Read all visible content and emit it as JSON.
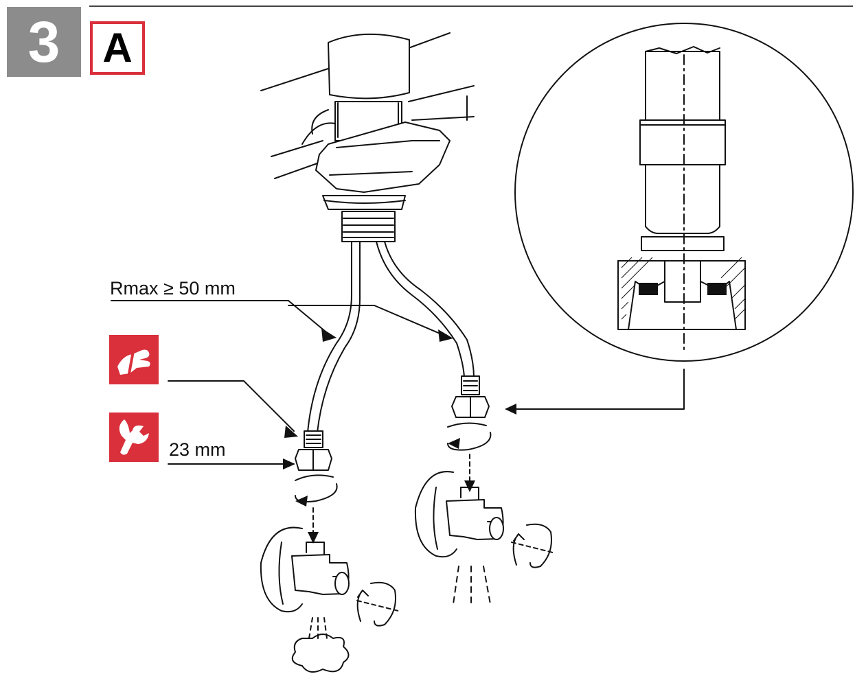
{
  "header": {
    "step_number": "3",
    "variant_letter": "A"
  },
  "labels": {
    "rmax": "Rmax ≥ 50 mm",
    "wrench_size": "23 mm"
  },
  "icons": {
    "hand_tighten": "hand-tighten-icon",
    "wrench": "wrench-icon"
  },
  "colors": {
    "accent_red": "#d9303c",
    "step_gray": "#8c8c8c",
    "line": "#111111"
  }
}
